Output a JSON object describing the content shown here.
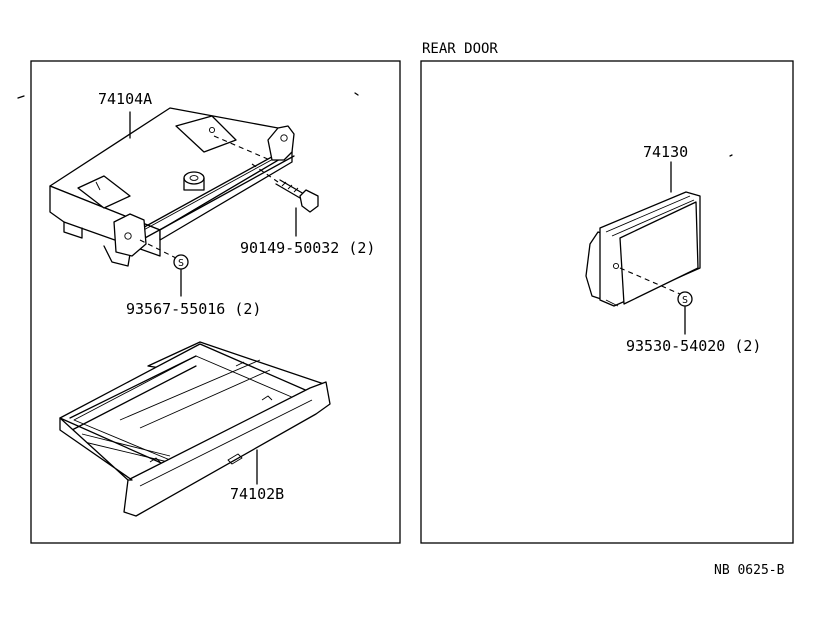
{
  "diagram": {
    "section_caption": "REAR DOOR",
    "reference_code": "NB 0625-B",
    "parts": {
      "housing": "74104A",
      "bolt": "90149-50032 (2)",
      "clip_left": "93567-55016 (2)",
      "ashtray_drawer": "74102B",
      "rear_ashtray": "74130",
      "clip_rear": "93530-54020 (2)"
    },
    "standard_part_symbol": "S"
  }
}
